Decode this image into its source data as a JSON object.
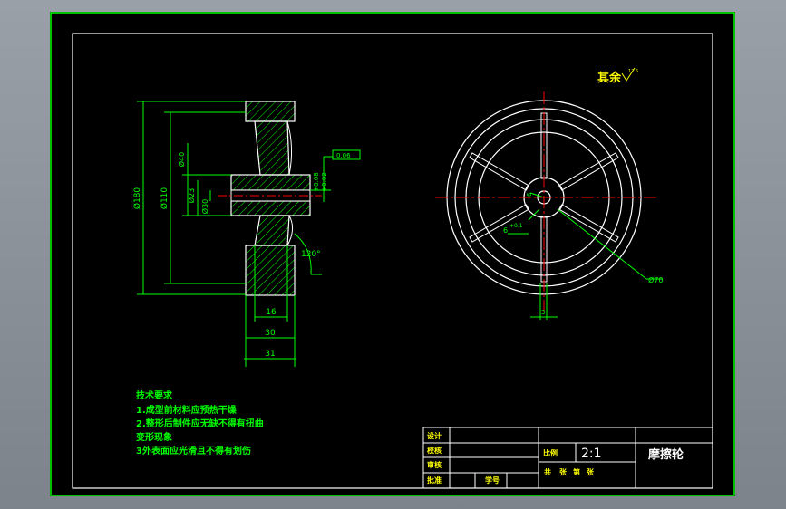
{
  "drawing": {
    "roughness_note": "其余",
    "roughness_symbol_value": "12.5",
    "dimensions": {
      "outer_diameter": "Ø180",
      "diameter_110": "Ø110",
      "diameter_40": "Ø40",
      "bore_diameter": "Ø23",
      "hub_diameter": "Ø30",
      "tolerance_upper": "+0.08",
      "tolerance_lower": "+0.02",
      "angle": "120°",
      "width_16": "16",
      "width_30": "30",
      "width_31": "31",
      "circle_diameter_70": "Ø70",
      "spoke_width_6": "6",
      "keyway_6": "6",
      "keyway_tol": "+0.1",
      "spoke_3": "3",
      "tolerance_frame": "0.06"
    }
  },
  "technical_requirements": {
    "heading": "技术要求",
    "items": [
      "1.成型前材料应预热干燥",
      "2.整形后制件应无缺不得有扭曲",
      "变形现象",
      "3外表面应光滑且不得有划伤"
    ]
  },
  "title_block": {
    "part_name": "摩擦轮",
    "scale_label": "比例",
    "scale_value": "2:1",
    "sheet_info": [
      "共",
      "张",
      "第",
      "张"
    ],
    "roles": [
      "设计",
      "校核",
      "审核",
      "批准"
    ],
    "sign_label": "学号"
  },
  "colors": {
    "sheet": "#000000",
    "border": "#ffffff",
    "frame": "#00ff00",
    "dimension": "#00ff00",
    "text": "#ffff00",
    "center_line": "#ff0000",
    "hatch": "#00ff00"
  }
}
